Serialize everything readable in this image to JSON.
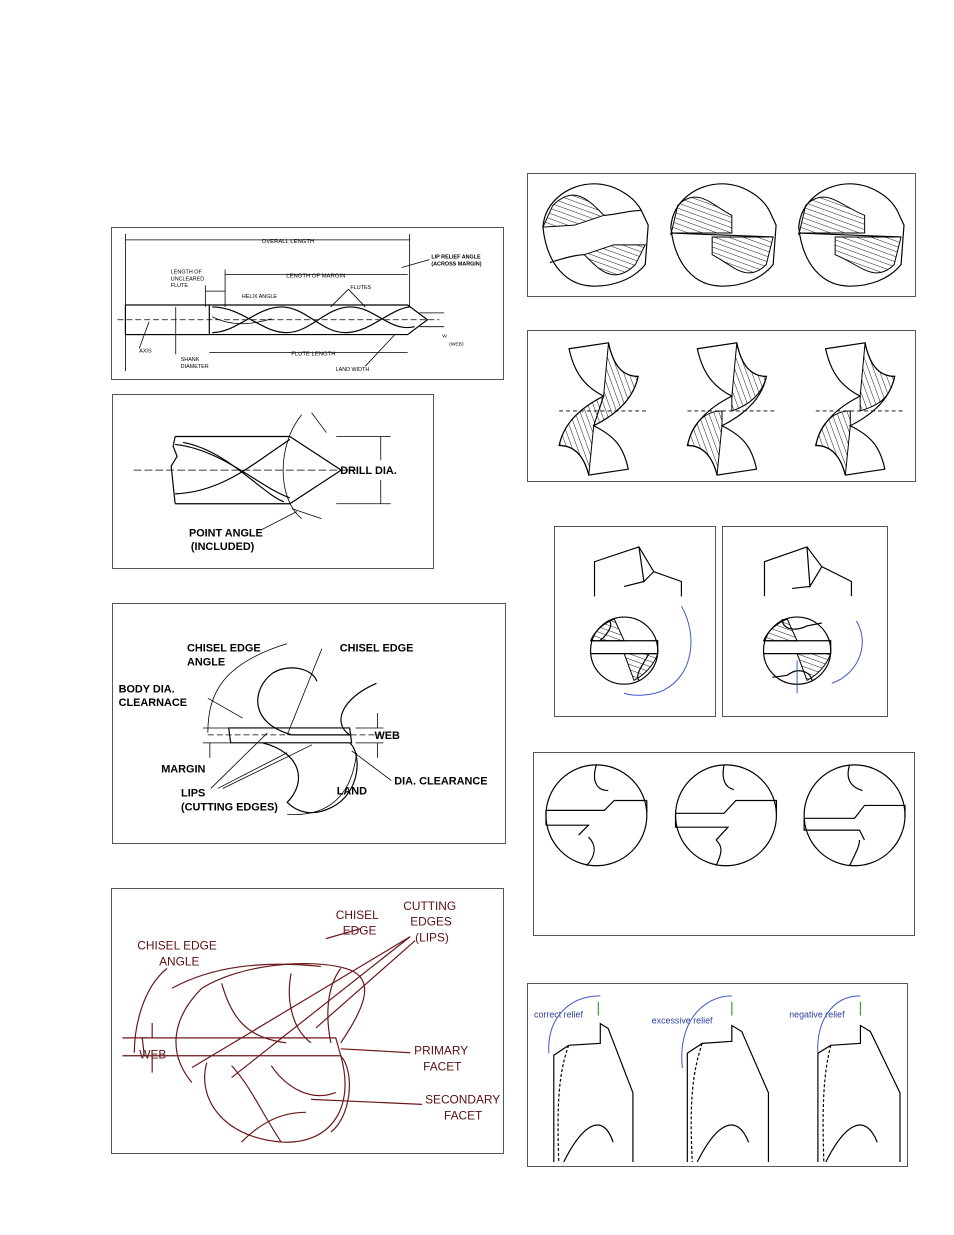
{
  "drill_nomenclature": {
    "overall_length": "OVERALL LENGTH",
    "lip_relief_angle": "LIP RELIEF ANGLE",
    "across_margin": "(ACROSS MARGIN)",
    "length_of_uncleared_flute_1": "LENGTH OF",
    "length_of_uncleared_flute_2": "UNCLEARED",
    "length_of_uncleared_flute_3": "FLUTE",
    "length_of_margin": "LENGTH OF MARGIN",
    "helix_angle": "HELIX ANGLE",
    "flutes": "FLUTES",
    "axis": "AXIS",
    "shank_diameter_1": "SHANK",
    "shank_diameter_2": "DIAMETER",
    "flute_length": "FLUTE LENGTH",
    "land_width": "LAND WIDTH",
    "web": "(WEB)",
    "w": "W"
  },
  "point_angle_panel": {
    "drill_dia": "DRILL DIA.",
    "point_angle": "POINT ANGLE",
    "included": "(INCLUDED)"
  },
  "chisel_panel": {
    "chisel_edge_angle_1": "CHISEL EDGE",
    "chisel_edge_angle_2": "ANGLE",
    "chisel_edge": "CHISEL EDGE",
    "body_dia_1": "BODY DIA.",
    "body_dia_2": "CLEARNACE",
    "web": "WEB",
    "margin": "MARGIN",
    "lips_1": "LIPS",
    "lips_2": "(CUTTING EDGES)",
    "land": "LAND",
    "dia_clearance": "DIA. CLEARANCE"
  },
  "facet_panel": {
    "chisel_1": "CHISEL",
    "chisel_2": "EDGE",
    "cutting_1": "CUTTING",
    "cutting_2": "EDGES",
    "cutting_3": "(LIPS)",
    "chisel_edge_angle_1": "CHISEL EDGE",
    "chisel_edge_angle_2": "ANGLE",
    "web": "WEB",
    "primary_1": "PRIMARY",
    "primary_2": "FACET",
    "secondary_1": "SECONDARY",
    "secondary_2": "FACET"
  },
  "relief_panel": {
    "correct": "correct  relief",
    "excessive": "excessive  relief",
    "negative": "negative  relief"
  },
  "colors": {
    "facet_lines": "#6a1818",
    "relief_annotation": "#3a57c8"
  }
}
